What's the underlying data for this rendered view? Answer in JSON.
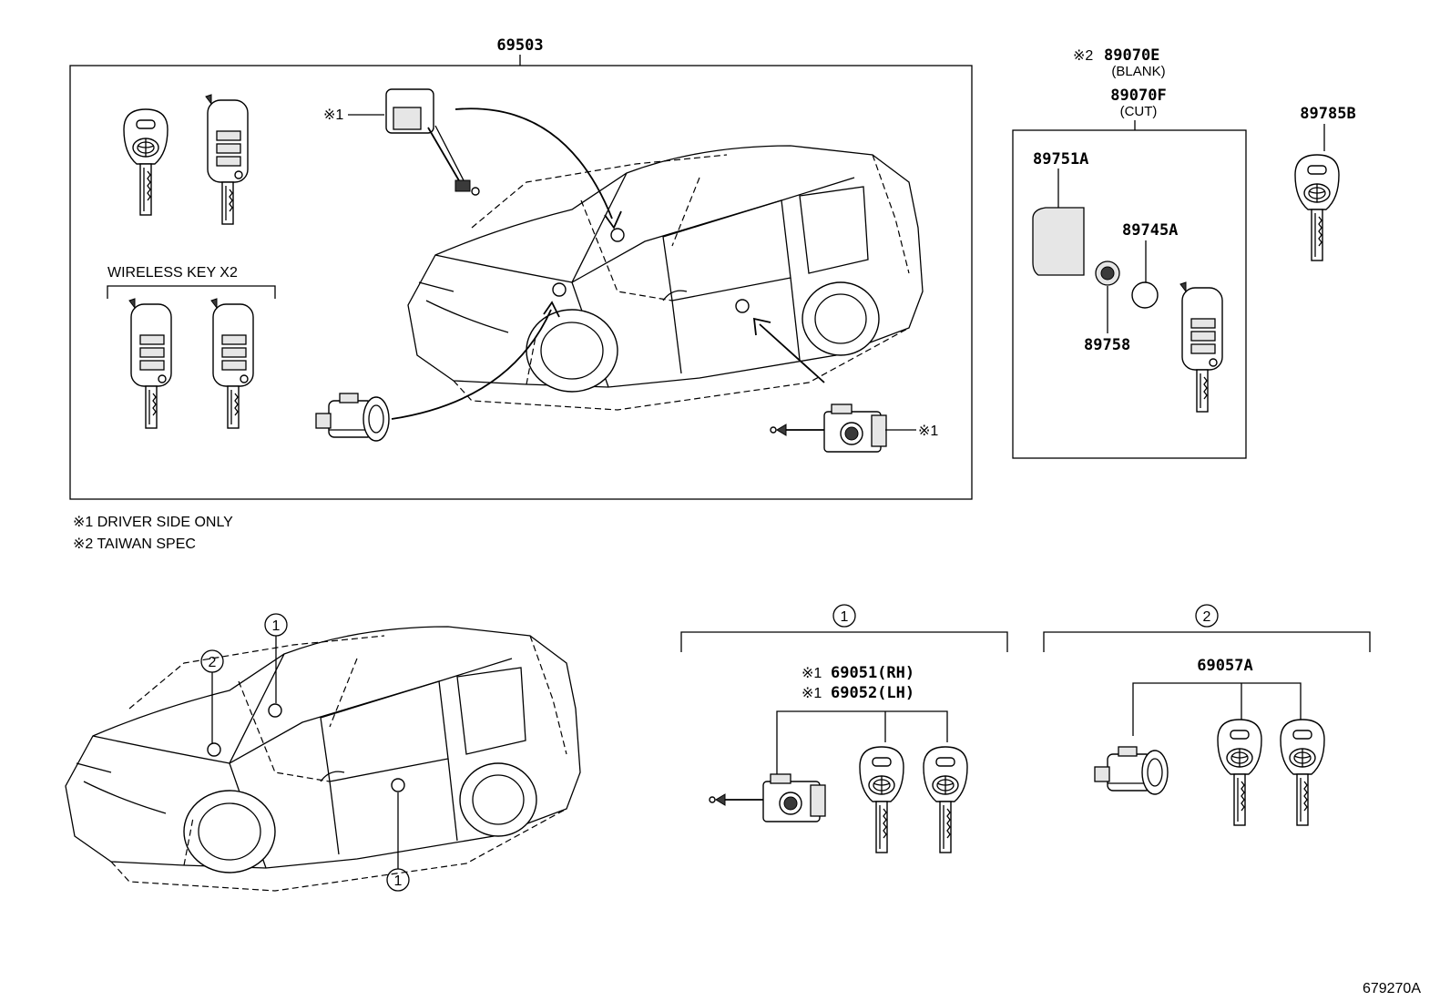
{
  "diagram_id": "679270A",
  "labels": {
    "p69503": "69503",
    "wireless_key": "WIRELESS KEY X2",
    "note1_mark": "※1",
    "note2_mark": "※2",
    "p89070e": "89070E",
    "blank": "(BLANK)",
    "p89070f": "89070F",
    "cut": "(CUT)",
    "p89785b": "89785B",
    "p89751a": "89751A",
    "p89745a": "89745A",
    "p89758": "89758",
    "footnote1": "※1 DRIVER SIDE ONLY",
    "footnote2": "※2 TAIWAN SPEC",
    "p69051": "69051(RH)",
    "p69052": "69052(LH)",
    "p69057a": "69057A",
    "call1": "1",
    "call2": "2"
  }
}
